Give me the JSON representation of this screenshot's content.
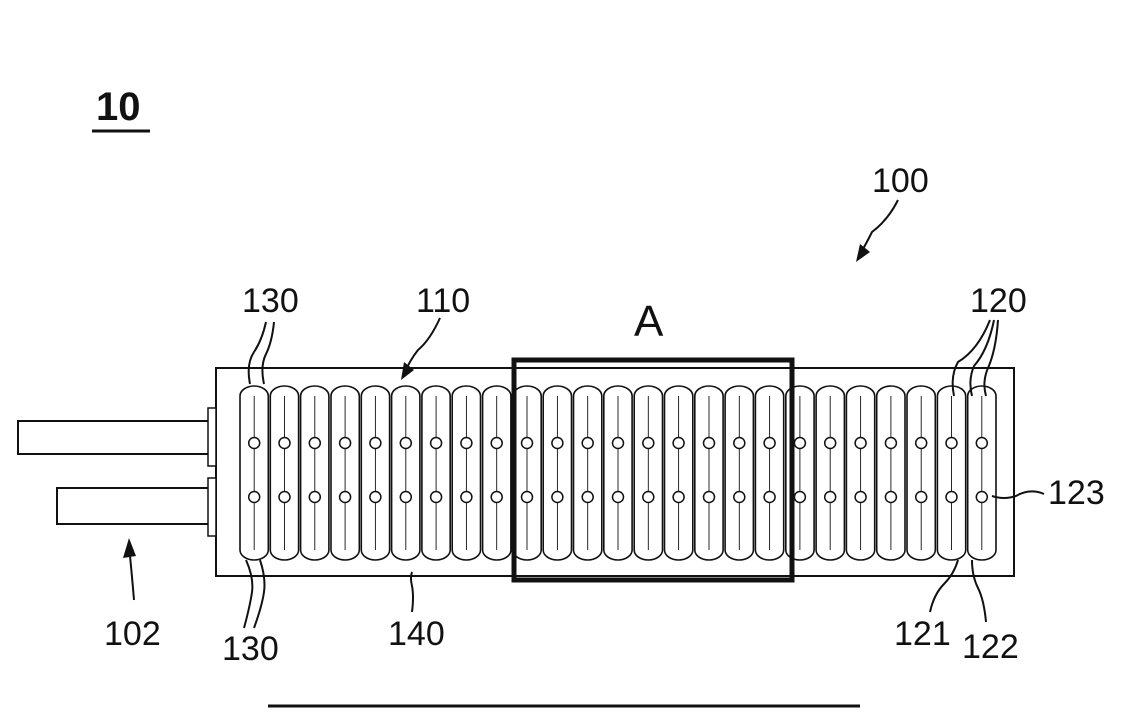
{
  "figure": {
    "figure_number": "10",
    "detail_label": "A",
    "labels": {
      "assembly": "100",
      "housing": "110",
      "cells": "120",
      "cell_part_121": "121",
      "cell_part_122": "122",
      "cell_part_123": "123",
      "spacer_top": "130",
      "spacer_bottom": "130",
      "bottom_member": "140",
      "terminals": "102"
    },
    "cell_count": 25,
    "holes_per_cell": 2
  }
}
